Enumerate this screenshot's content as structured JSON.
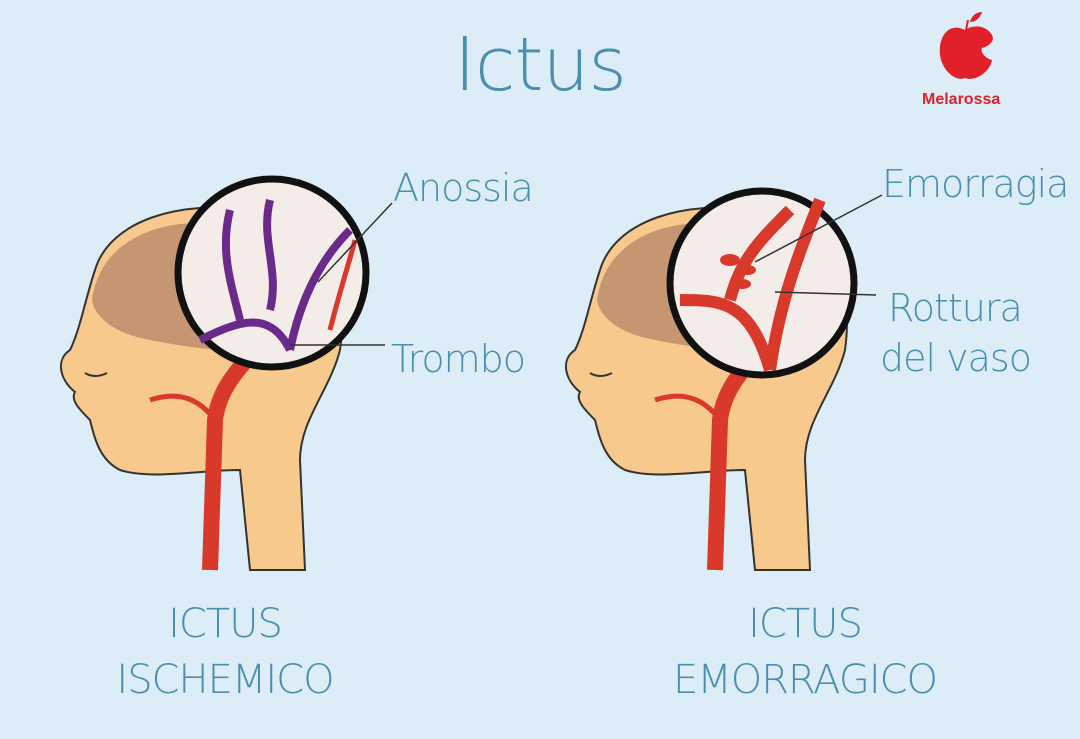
{
  "title": "Ictus",
  "logo": {
    "name": "Melarossa",
    "color": "#e1202a"
  },
  "left": {
    "labels": [
      "Anossia",
      "Trombo"
    ],
    "caption_line1": "ICTUS",
    "caption_line2": "ISCHEMICO"
  },
  "right": {
    "labels": [
      "Emorragia",
      "Rottura",
      "del vaso"
    ],
    "caption_line1": "ICTUS",
    "caption_line2": "EMORRAGICO"
  },
  "colors": {
    "background": "#dcedf8",
    "text": "#4a8fae",
    "skin": "#f8c98d",
    "vessel": "#d8392a",
    "clot": "#6a2a8a"
  }
}
